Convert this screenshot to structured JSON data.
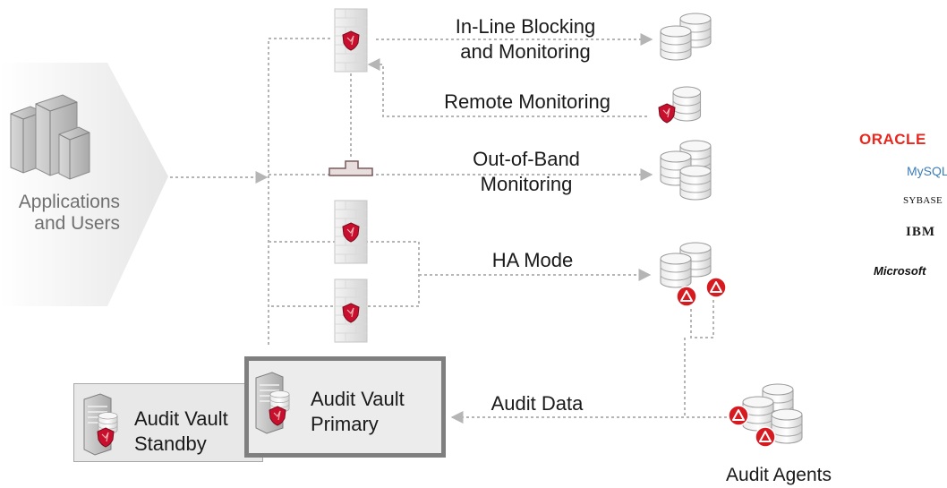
{
  "source": {
    "label_line1": "Applications",
    "label_line2": "and Users"
  },
  "deployment_modes": {
    "inline_line1": "In-Line Blocking",
    "inline_line2": "and Monitoring",
    "remote": "Remote Monitoring",
    "outofband_line1": "Out-of-Band",
    "outofband_line2": "Monitoring",
    "ha": "HA Mode"
  },
  "audit": {
    "data_label": "Audit Data",
    "agents_label": "Audit Agents",
    "primary_line1": "Audit Vault",
    "primary_line2": "Primary",
    "standby_line1": "Audit Vault",
    "standby_line2": "Standby"
  },
  "databases": {
    "oracle": "ORACLE",
    "mysql": "MySQL",
    "sybase": "SYBASE",
    "ibm": "IBM",
    "microsoft": "Microsoft"
  },
  "colors": {
    "connector": "#b5b5b5",
    "shield": "#c8102e",
    "warning": "#d71920",
    "label": "#1a1a1a",
    "source_label": "#707070",
    "oracle_red": "#e8281e",
    "mysql_blue": "#3e7db6"
  }
}
